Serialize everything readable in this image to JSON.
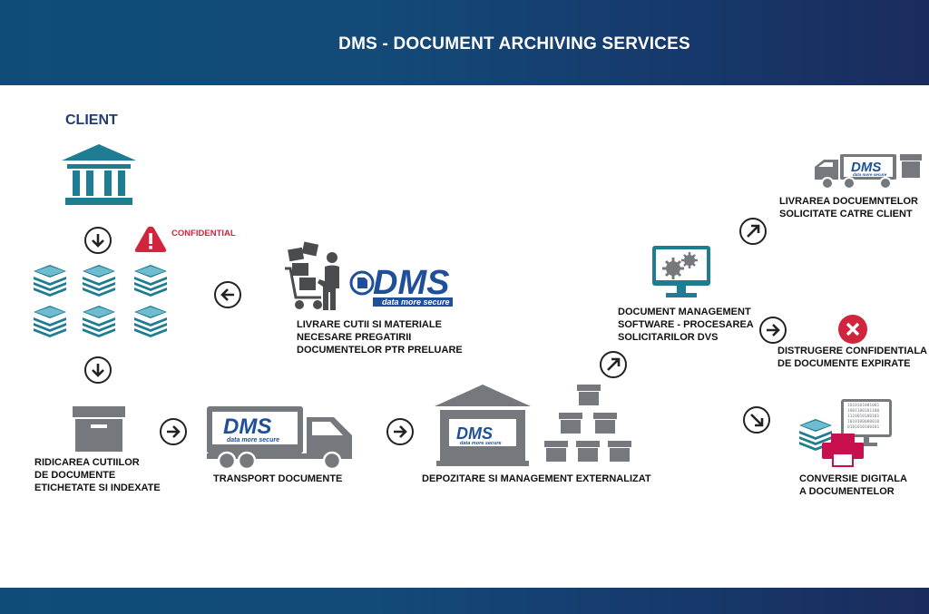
{
  "header": {
    "title": "DMS -  DOCUMENT ARCHIVING SERVICES"
  },
  "client": {
    "label": "CLIENT",
    "confidential": "CONFIDENTIAL"
  },
  "logo": {
    "name": "DMS",
    "tagline": "data more secure"
  },
  "steps": {
    "pickup": [
      "RIDICAREA CUTIILOR",
      "DE DOCUMENTE",
      "ETICHETATE SI INDEXATE"
    ],
    "transport": [
      "TRANSPORT DOCUMENTE"
    ],
    "storage": [
      "DEPOZITARE SI MANAGEMENT EXTERNALIZAT"
    ],
    "boxes_delivery": [
      "LIVRARE CUTII SI MATERIALE",
      "NECESARE PREGATIRII",
      "DOCUMENTELOR PTR PRELUARE"
    ],
    "software": [
      "DOCUMENT MANAGEMENT",
      "SOFTWARE - PROCESAREA",
      "SOLICITARILOR DVS"
    ],
    "delivery": [
      "LIVRAREA DOCUEMNTELOR",
      "SOLICITATE CATRE CLIENT"
    ],
    "destruction": [
      "DISTRUGERE CONFIDENTIALA",
      "DE DOCUMENTE EXPIRATE"
    ],
    "digital": [
      "CONVERSIE DIGITALA",
      "A DOCUMENTELOR"
    ]
  },
  "icons": {
    "building": "building-icon",
    "stack": "document-stack-icon",
    "warning": "warning-icon",
    "box": "box-icon",
    "truck": "truck-icon",
    "warehouse": "warehouse-icon",
    "monitor": "monitor-gears-icon",
    "cross": "destroy-icon",
    "printer": "printer-icon"
  },
  "colors": {
    "teal": "#1e7d92",
    "gray": "#75787c",
    "navy": "#1e3f6e",
    "red": "#d0253d",
    "magenta": "#c8104e"
  },
  "binary_lines": [
    "1010101001001",
    "1001100101100",
    "1110010100101",
    "1010100000010",
    "0101010100101"
  ]
}
